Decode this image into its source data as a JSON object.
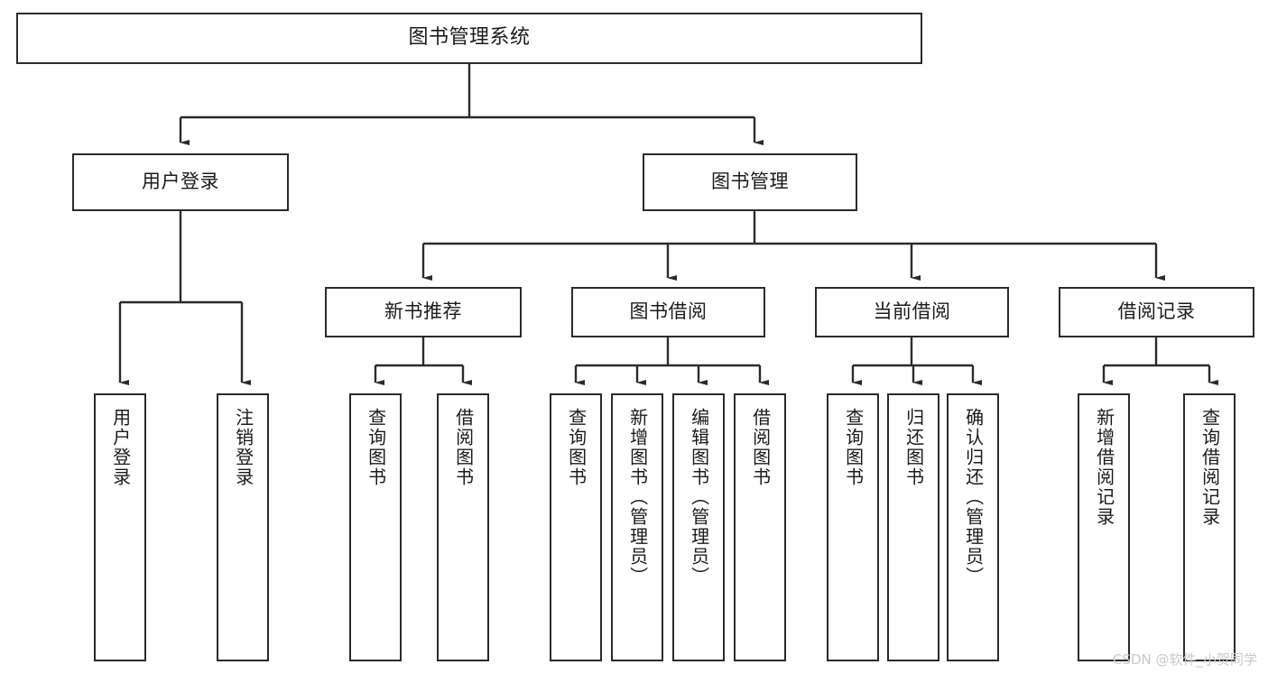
{
  "diagram": {
    "title": "图书管理系统",
    "type": "tree-hierarchy-chart",
    "root": {
      "label": "图书管理系统"
    },
    "level2": [
      {
        "label": "用户登录"
      },
      {
        "label": "图书管理"
      }
    ],
    "level3": [
      {
        "label": "新书推荐"
      },
      {
        "label": "图书借阅"
      },
      {
        "label": "当前借阅"
      },
      {
        "label": "借阅记录"
      }
    ],
    "leaves": {
      "user_login": [
        {
          "label": "用户登录"
        },
        {
          "label": "注销登录"
        }
      ],
      "new_book_recommend": [
        {
          "label": "查询图书"
        },
        {
          "label": "借阅图书"
        }
      ],
      "book_borrow": [
        {
          "label": "查询图书"
        },
        {
          "label": "新增图书（管理员）"
        },
        {
          "label": "编辑图书（管理员）"
        },
        {
          "label": "借阅图书"
        }
      ],
      "current_borrow": [
        {
          "label": "查询图书"
        },
        {
          "label": "归还图书"
        },
        {
          "label": "确认归还（管理员）"
        }
      ],
      "borrow_record": [
        {
          "label": "新增借阅记录"
        },
        {
          "label": "查询借阅记录"
        }
      ]
    }
  },
  "watermark": {
    "text": "CSDN @软件_小贺同学"
  },
  "colors": {
    "background": "#ffffff",
    "border": "#2b2b2b",
    "text": "#1b1b1b",
    "edge": "#2b2b2b",
    "watermark": "#c9c9c9"
  }
}
